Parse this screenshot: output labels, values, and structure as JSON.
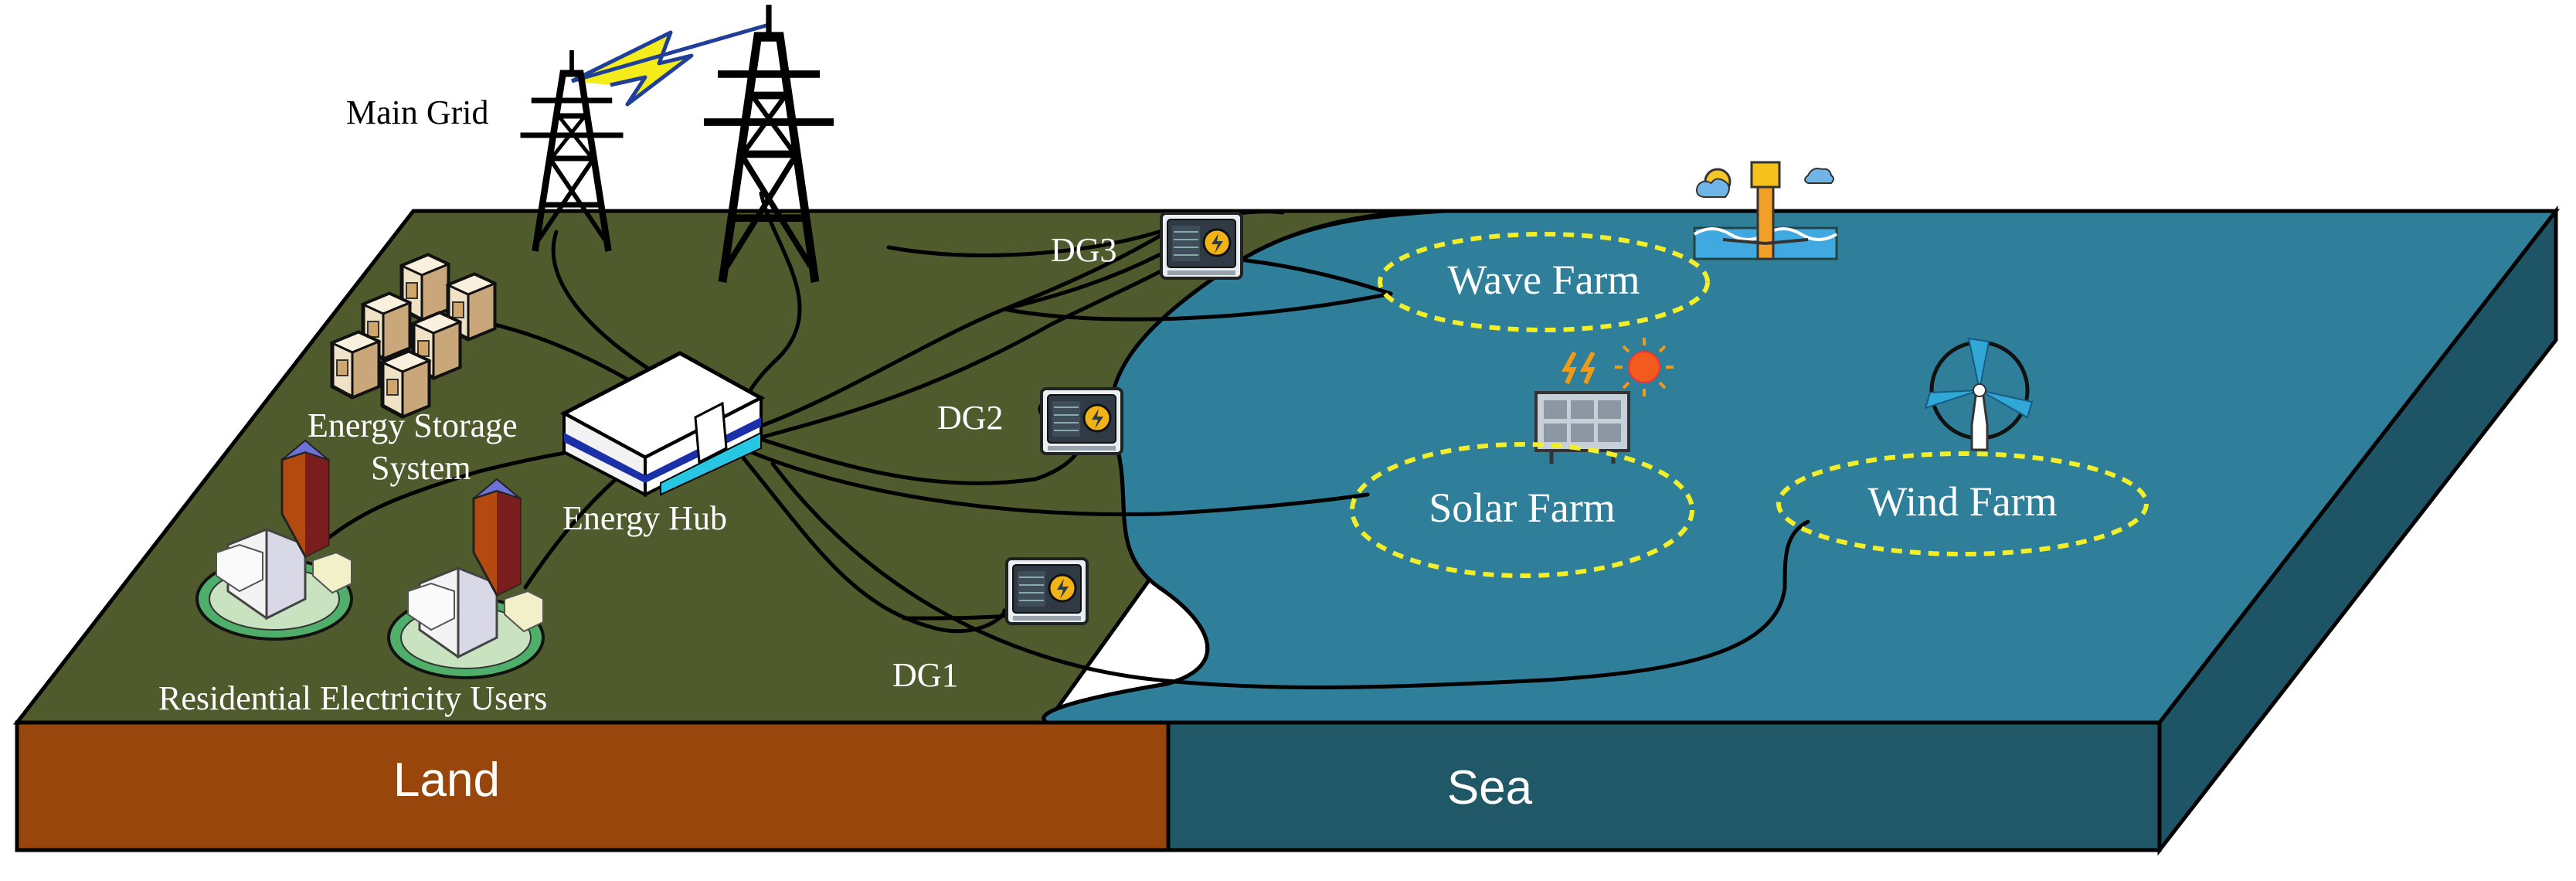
{
  "labels": {
    "main_grid": "Main Grid",
    "energy_storage_line1": "Energy Storage",
    "energy_storage_line2": "System",
    "energy_hub": "Energy Hub",
    "residential": "Residential Electricity Users",
    "dg1": "DG1",
    "dg2": "DG2",
    "dg3": "DG3",
    "wave_farm": "Wave Farm",
    "solar_farm": "Solar Farm",
    "wind_farm": "Wind Farm",
    "land": "Land",
    "sea": "Sea"
  },
  "colors": {
    "land_top": "#4f5b2c",
    "land_front": "#98460c",
    "sea_top": "#2f7f9a",
    "sea_front": "#215868",
    "sea_side": "#1d5566",
    "farm_ellipse": "#f2ee2a",
    "lightning": "#f5ec1b"
  },
  "icons": [
    "transmission-tower-icon",
    "lightning-icon",
    "battery-icon",
    "energy-hub-building-icon",
    "house-icon",
    "generator-icon",
    "wave-energy-icon",
    "solar-panel-icon",
    "sun-icon",
    "wind-turbine-icon"
  ]
}
